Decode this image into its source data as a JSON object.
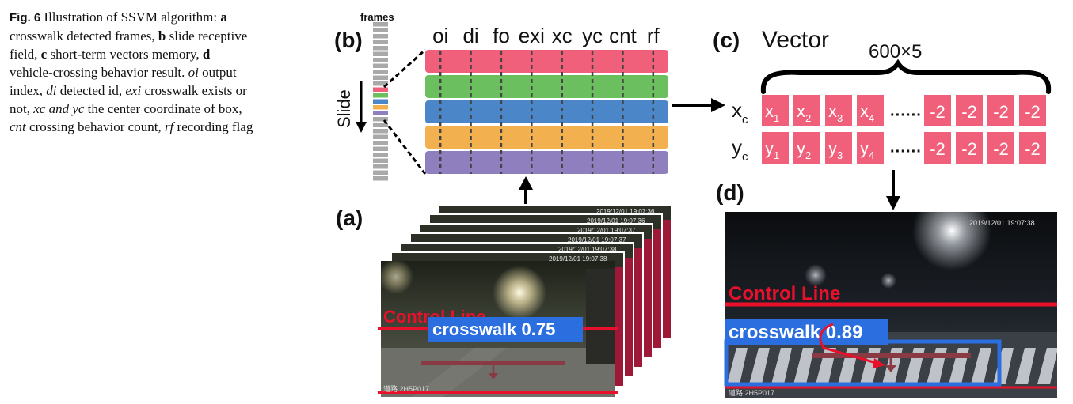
{
  "caption": {
    "fig_label": "Fig. 6",
    "s1": " Illustration of SSVM algorithm: ",
    "a": "a",
    "a_text": " crosswalk detected frames, ",
    "b": "b",
    "b_text": " slide receptive field, ",
    "c": "c",
    "c_text": " short-term vectors memory, ",
    "d": "d",
    "d_text": " vehicle-crossing behavior result. ",
    "oi": "oi",
    "oi_text": " output index, ",
    "di": "di",
    "di_text": " detected id, ",
    "exi": "exi",
    "exi_text": " crosswalk exists or not, ",
    "xcyc": "xc and yc",
    "xcyc_text": " the center coordinate of box, ",
    "cnt": "cnt",
    "cnt_text": " crossing behavior count, ",
    "rf": "rf",
    "rf_text": " recording flag"
  },
  "panel_b": {
    "label": "(b)",
    "frames_label": "frames",
    "slide_label": "Slide",
    "columns": [
      "oi",
      "di",
      "fo",
      "exi",
      "xc",
      "yc",
      "cnt",
      "rf"
    ],
    "row_colors": [
      "#f0607a",
      "#6bbf5e",
      "#4a86c8",
      "#f3b04f",
      "#8f7fbf"
    ]
  },
  "panel_c": {
    "label": "(c)",
    "title": "Vector",
    "size": "600×5",
    "row_x_label": "x",
    "row_x_sub": "c",
    "row_y_label": "y",
    "row_y_sub": "c",
    "x_cells": [
      {
        "b": "x",
        "s": "1"
      },
      {
        "b": "x",
        "s": "2"
      },
      {
        "b": "x",
        "s": "3"
      },
      {
        "b": "x",
        "s": "4"
      }
    ],
    "y_cells": [
      {
        "b": "y",
        "s": "1"
      },
      {
        "b": "y",
        "s": "2"
      },
      {
        "b": "y",
        "s": "3"
      },
      {
        "b": "y",
        "s": "4"
      }
    ],
    "ellipsis": "······",
    "pad_cells": [
      "-2",
      "-2",
      "-2",
      "-2"
    ],
    "cell_color": "#f0607a"
  },
  "panel_a": {
    "label": "(a)",
    "timestamps": [
      "2019/12/01 19:07:38",
      "2019/12/01 19:07:38",
      "2019/12/01 19:07:37",
      "2019/12/01 19:07:37",
      "2019/12/01 19:07:36",
      "2019/12/01 19:07:36"
    ],
    "control_line": "Control Line",
    "detection": "crosswalk 0.75",
    "bottom_text": "道路  2H5P017"
  },
  "panel_d": {
    "label": "(d)",
    "timestamp": "2019/12/01 19:07:38",
    "control_line": "Control Line",
    "detection": "crosswalk 0.89",
    "bottom_text": "道路  2H5P017"
  }
}
